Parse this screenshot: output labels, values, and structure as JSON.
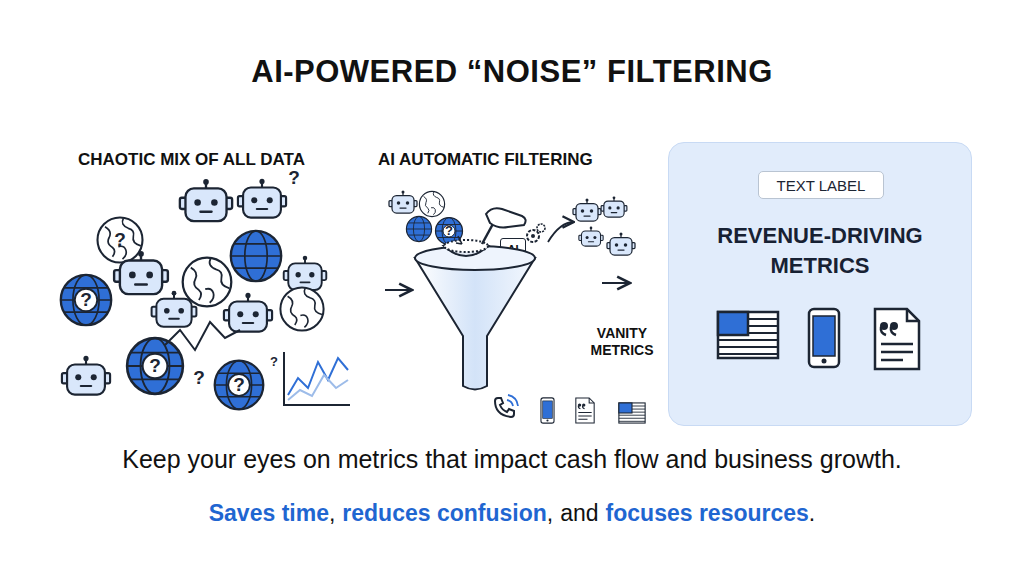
{
  "diagram": {
    "title": "AI-POWERED “NOISE” FILTERING",
    "caption": "Keep your eyes on metrics that impact cash flow and business growth.",
    "nodes": [
      {
        "text": [
          "AI"
        ]
      },
      {
        "text": [
          "REVENUE-DRIVING METRICS"
        ]
      },
      {
        "text": [
          "TEXT LABEL"
        ],
        "in": 1
      }
    ],
    "labels": [
      "CHAOTIC MIX OF ALL DATA",
      "AI AUTOMATIC FILTERING",
      "VANITY METRICS",
      "?",
      "?",
      "?",
      "?",
      "?",
      "?",
      "?",
      "?",
      "Saves time",
      ",",
      "reduces confusion",
      ",",
      "and",
      "focuses resources",
      "."
    ]
  }
}
